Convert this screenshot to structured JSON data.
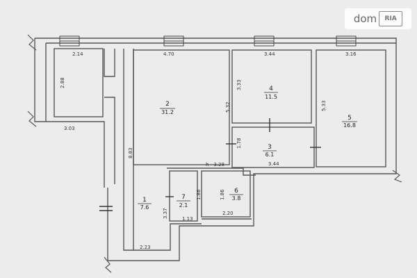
{
  "watermark": {
    "text": "dom",
    "badge": "RIA"
  },
  "rooms": [
    {
      "num": "1",
      "area": "7.6"
    },
    {
      "num": "2",
      "area": "31.2"
    },
    {
      "num": "3",
      "area": "6.1"
    },
    {
      "num": "4",
      "area": "11.5"
    },
    {
      "num": "5",
      "area": "16.8"
    },
    {
      "num": "6",
      "area": "3.8"
    },
    {
      "num": "7",
      "area": "2.1"
    }
  ],
  "dimensions": [
    "2.14",
    "4.70",
    "3.44",
    "3.16",
    "2.88",
    "3.03",
    "3.33",
    "5.33",
    "5.32",
    "8.83",
    "1.78",
    "3.44",
    "h - 3.28",
    "1.86",
    "1.86",
    "3.37",
    "1.13",
    "2.20",
    "2.23"
  ]
}
